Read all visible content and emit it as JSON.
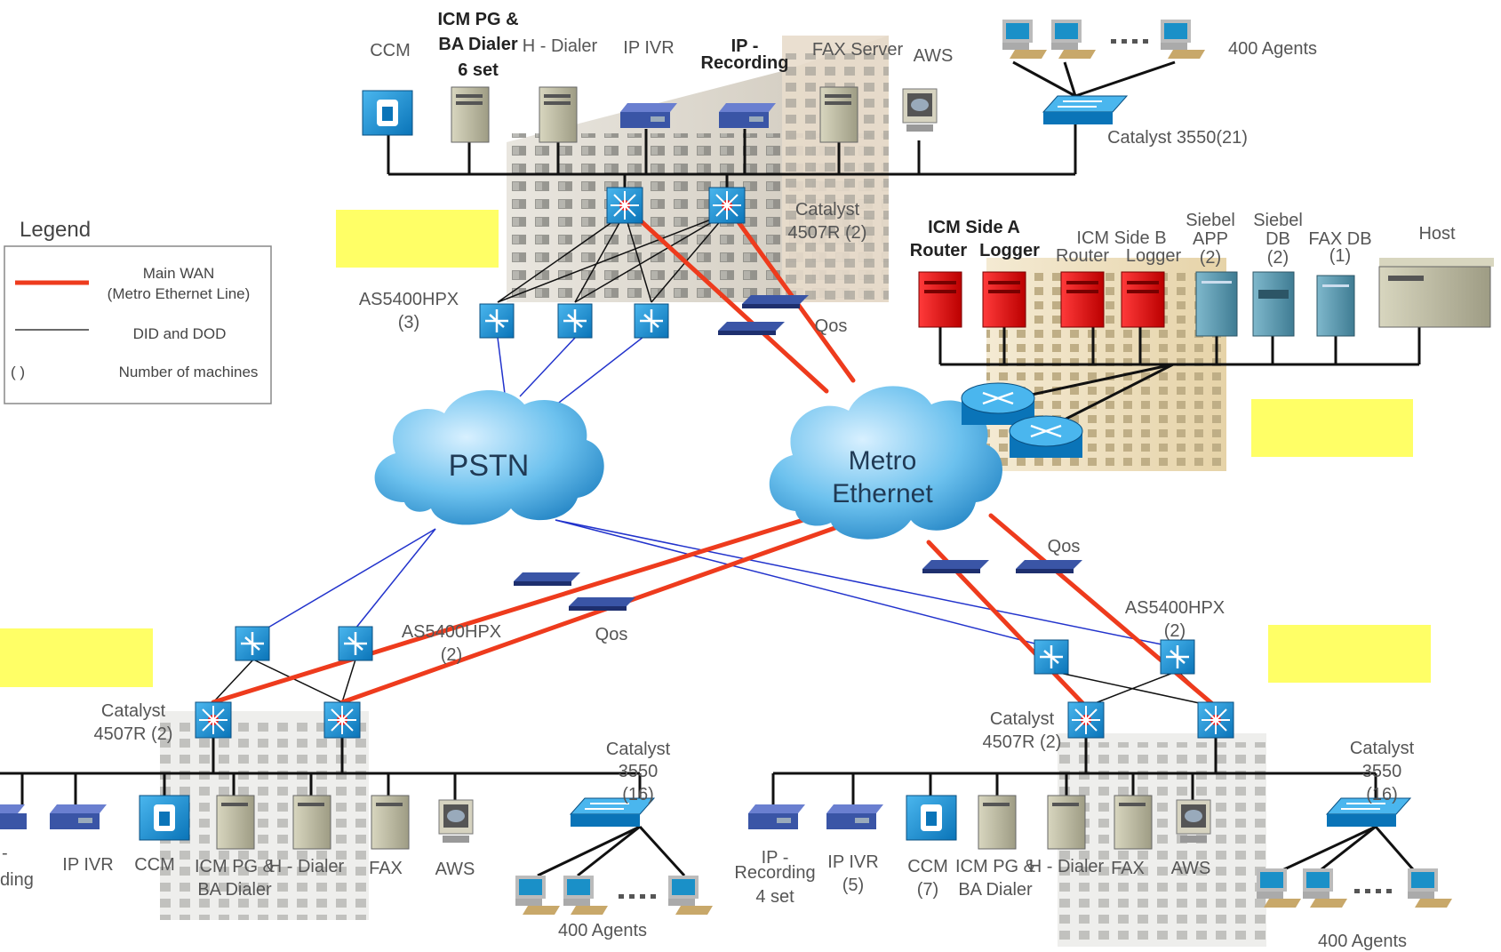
{
  "legend": {
    "title": "Legend",
    "main_wan": "Main WAN",
    "main_wan_sub": "(Metro Ethernet Line)",
    "did_dod": "DID and DOD",
    "paren": "(     )",
    "num_machines": "Number of machines"
  },
  "clouds": {
    "pstn": "PSTN",
    "metro1": "Metro",
    "metro2": "Ethernet"
  },
  "top_site": {
    "ccm": "CCM",
    "icm_pg1": "ICM PG &",
    "icm_pg2": "BA Dialer",
    "icm_pg3": "6 set",
    "h_dialer": "H - Dialer",
    "ip_ivr": "IP IVR",
    "ip_rec1": "IP -",
    "ip_rec2": "Recording",
    "fax_server": "FAX Server",
    "aws": "AWS",
    "agents": "400 Agents",
    "catalyst3550": "Catalyst 3550(21)",
    "catalyst4507_1": "Catalyst",
    "catalyst4507_2": "4507R (2)",
    "as5400_1": "AS5400HPX",
    "as5400_2": "(3)",
    "qos": "Qos"
  },
  "dc_site": {
    "icm_a1": "ICM Side A",
    "icm_a_router": "Router",
    "icm_a_logger": "Logger",
    "icm_b1": "ICM Side B",
    "icm_b_router": "Router",
    "icm_b_logger": "Logger",
    "siebel_app1": "Siebel",
    "siebel_app2": "APP",
    "siebel_app3": "(2)",
    "siebel_db1": "Siebel",
    "siebel_db2": "DB",
    "siebel_db3": "(2)",
    "fax_db1": "FAX DB",
    "fax_db2": "(1)",
    "host": "Host"
  },
  "left_site": {
    "as5400_1": "AS5400HPX",
    "as5400_2": "(2)",
    "qos": "Qos",
    "catalyst4507_1": "Catalyst",
    "catalyst4507_2": "4507R  (2)",
    "catalyst3550_1": "Catalyst",
    "catalyst3550_2": "3550",
    "catalyst3550_3": "(16)",
    "rec_partial": "-",
    "rec_partial2": "ding",
    "ip_ivr": "IP IVR",
    "ccm": "CCM",
    "icm_pg1": "ICM PG &",
    "icm_pg2": "BA Dialer",
    "h_dialer": "H - Dialer",
    "fax": "FAX",
    "aws": "AWS",
    "agents": "400 Agents"
  },
  "right_site": {
    "qos": "Qos",
    "as5400_1": "AS5400HPX",
    "as5400_2": "(2)",
    "catalyst4507_1": "Catalyst",
    "catalyst4507_2": "4507R (2)",
    "catalyst3550_1": "Catalyst",
    "catalyst3550_2": "3550",
    "catalyst3550_3": "(16)",
    "ip_rec1": "IP -",
    "ip_rec2": "Recording",
    "ip_rec3": "4 set",
    "ip_ivr1": "IP IVR",
    "ip_ivr2": "(5)",
    "ccm1": "CCM",
    "ccm2": "(7)",
    "icm_pg1": "ICM PG &",
    "icm_pg2": "BA Dialer",
    "h_dialer": "H - Dialer",
    "fax": "FAX",
    "aws": "AWS",
    "agents": "400 Agents"
  },
  "colors": {
    "wan": "#ee3b1d",
    "did": "#111111",
    "pstn_link": "#2233cc",
    "device_blue": "#1a8ccc",
    "highlight": "#ffff66"
  }
}
